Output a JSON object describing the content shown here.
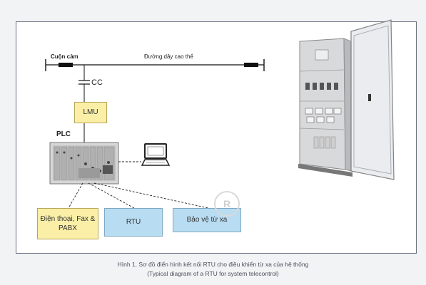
{
  "diagram": {
    "line_label": "Đường dây cao thế",
    "inductor_label": "Cuộn cảm",
    "coupling_label": "CC",
    "lmu_label": "LMU",
    "plc_label": "PLC",
    "nodes": {
      "phone_fax": "Điện thoại, Fax & PABX",
      "rtu": "RTU",
      "protection": "Bảo vệ từ xa"
    },
    "watermark": "R"
  },
  "caption": {
    "vi": "Hình 1. Sơ đồ điển hình kết nối RTU cho điều khiển từ xa của hệ thống",
    "en": "(Typical diagram of a RTU for system telecontrol)"
  }
}
